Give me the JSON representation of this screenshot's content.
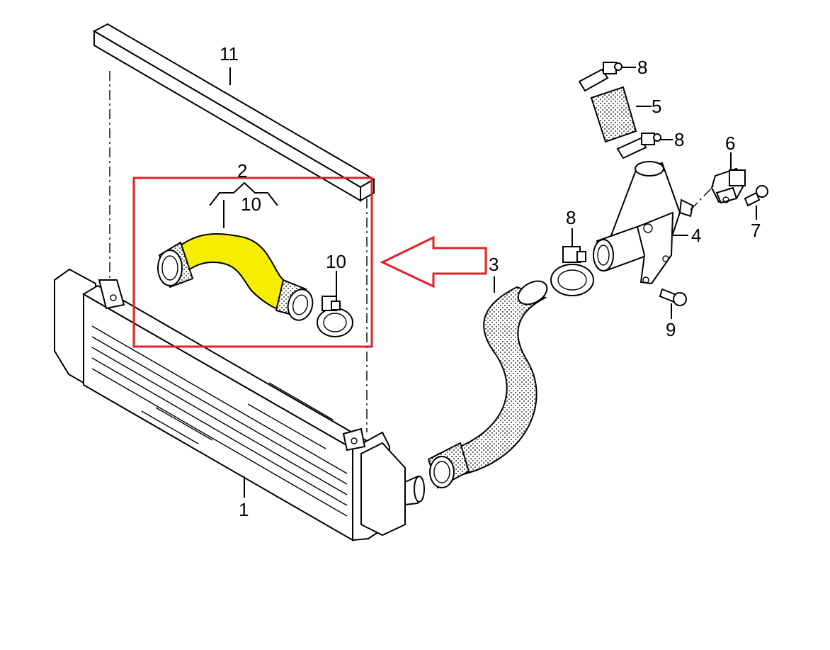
{
  "labels": {
    "p1": "1",
    "p2": "2",
    "p3": "3",
    "p4": "4",
    "p5": "5",
    "p6": "6",
    "p7": "7",
    "p8a": "8",
    "p8b": "8",
    "p8c": "8",
    "p9": "9",
    "p10a": "10",
    "p10b": "10",
    "p11": "11"
  },
  "colors": {
    "highlight_box": "#e0202a",
    "highlighted_hose": "#f5ee00",
    "arrow": "#e0202a",
    "line": "#000000"
  },
  "highlighted_part": "2"
}
